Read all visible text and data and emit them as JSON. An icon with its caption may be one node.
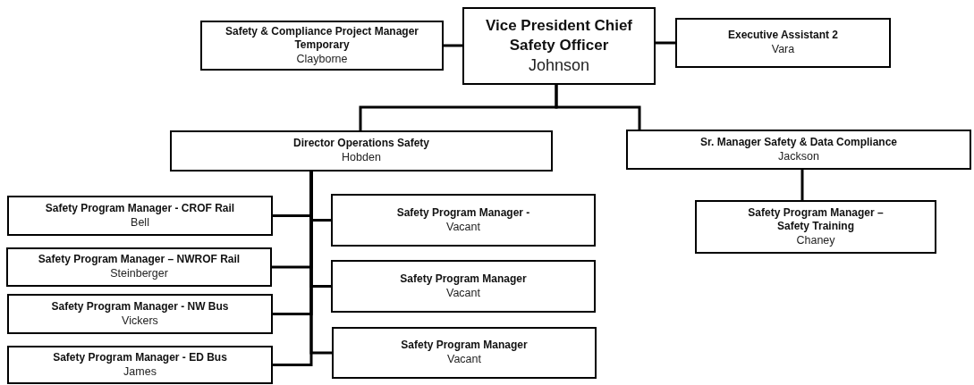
{
  "diagram": {
    "nodes": [
      {
        "text": [
          "Vice President Chief Safety Officer",
          "Johnson"
        ]
      },
      {
        "text": [
          "Safety & Compliance Project Manager Temporary",
          "Clayborne"
        ]
      },
      {
        "text": [
          "Executive Assistant 2",
          "Vara"
        ]
      },
      {
        "text": [
          "Director Operations Safety",
          "Hobden"
        ]
      },
      {
        "text": [
          "Sr. Manager Safety & Data Compliance",
          "Jackson"
        ]
      },
      {
        "text": [
          "Safety Program Manager - CROF Rail",
          "Bell"
        ]
      },
      {
        "text": [
          "Safety Program Manager – NWROF Rail",
          "Steinberger"
        ]
      },
      {
        "text": [
          "Safety Program Manager - NW Bus",
          "Vickers"
        ]
      },
      {
        "text": [
          "Safety Program Manager - ED Bus",
          "James"
        ]
      },
      {
        "text": [
          "Safety Program Manager -",
          "Vacant"
        ]
      },
      {
        "text": [
          "Safety Program Manager",
          "Vacant"
        ]
      },
      {
        "text": [
          "Safety Program Manager",
          "Vacant"
        ]
      },
      {
        "text": [
          "Safety Program Manager – Safety Training",
          "Chaney"
        ]
      }
    ],
    "edges": [
      {
        "from": 0,
        "to": 1,
        "arrow": "none"
      },
      {
        "from": 0,
        "to": 2,
        "arrow": "none"
      },
      {
        "from": 0,
        "to": 3,
        "arrow": "none"
      },
      {
        "from": 0,
        "to": 4,
        "arrow": "none"
      },
      {
        "from": 3,
        "to": 5,
        "arrow": "none"
      },
      {
        "from": 3,
        "to": 6,
        "arrow": "none"
      },
      {
        "from": 3,
        "to": 7,
        "arrow": "none"
      },
      {
        "from": 3,
        "to": 8,
        "arrow": "none"
      },
      {
        "from": 3,
        "to": 9,
        "arrow": "none"
      },
      {
        "from": 3,
        "to": 10,
        "arrow": "none"
      },
      {
        "from": 3,
        "to": 11,
        "arrow": "none"
      },
      {
        "from": 4,
        "to": 12,
        "arrow": "none"
      }
    ]
  }
}
